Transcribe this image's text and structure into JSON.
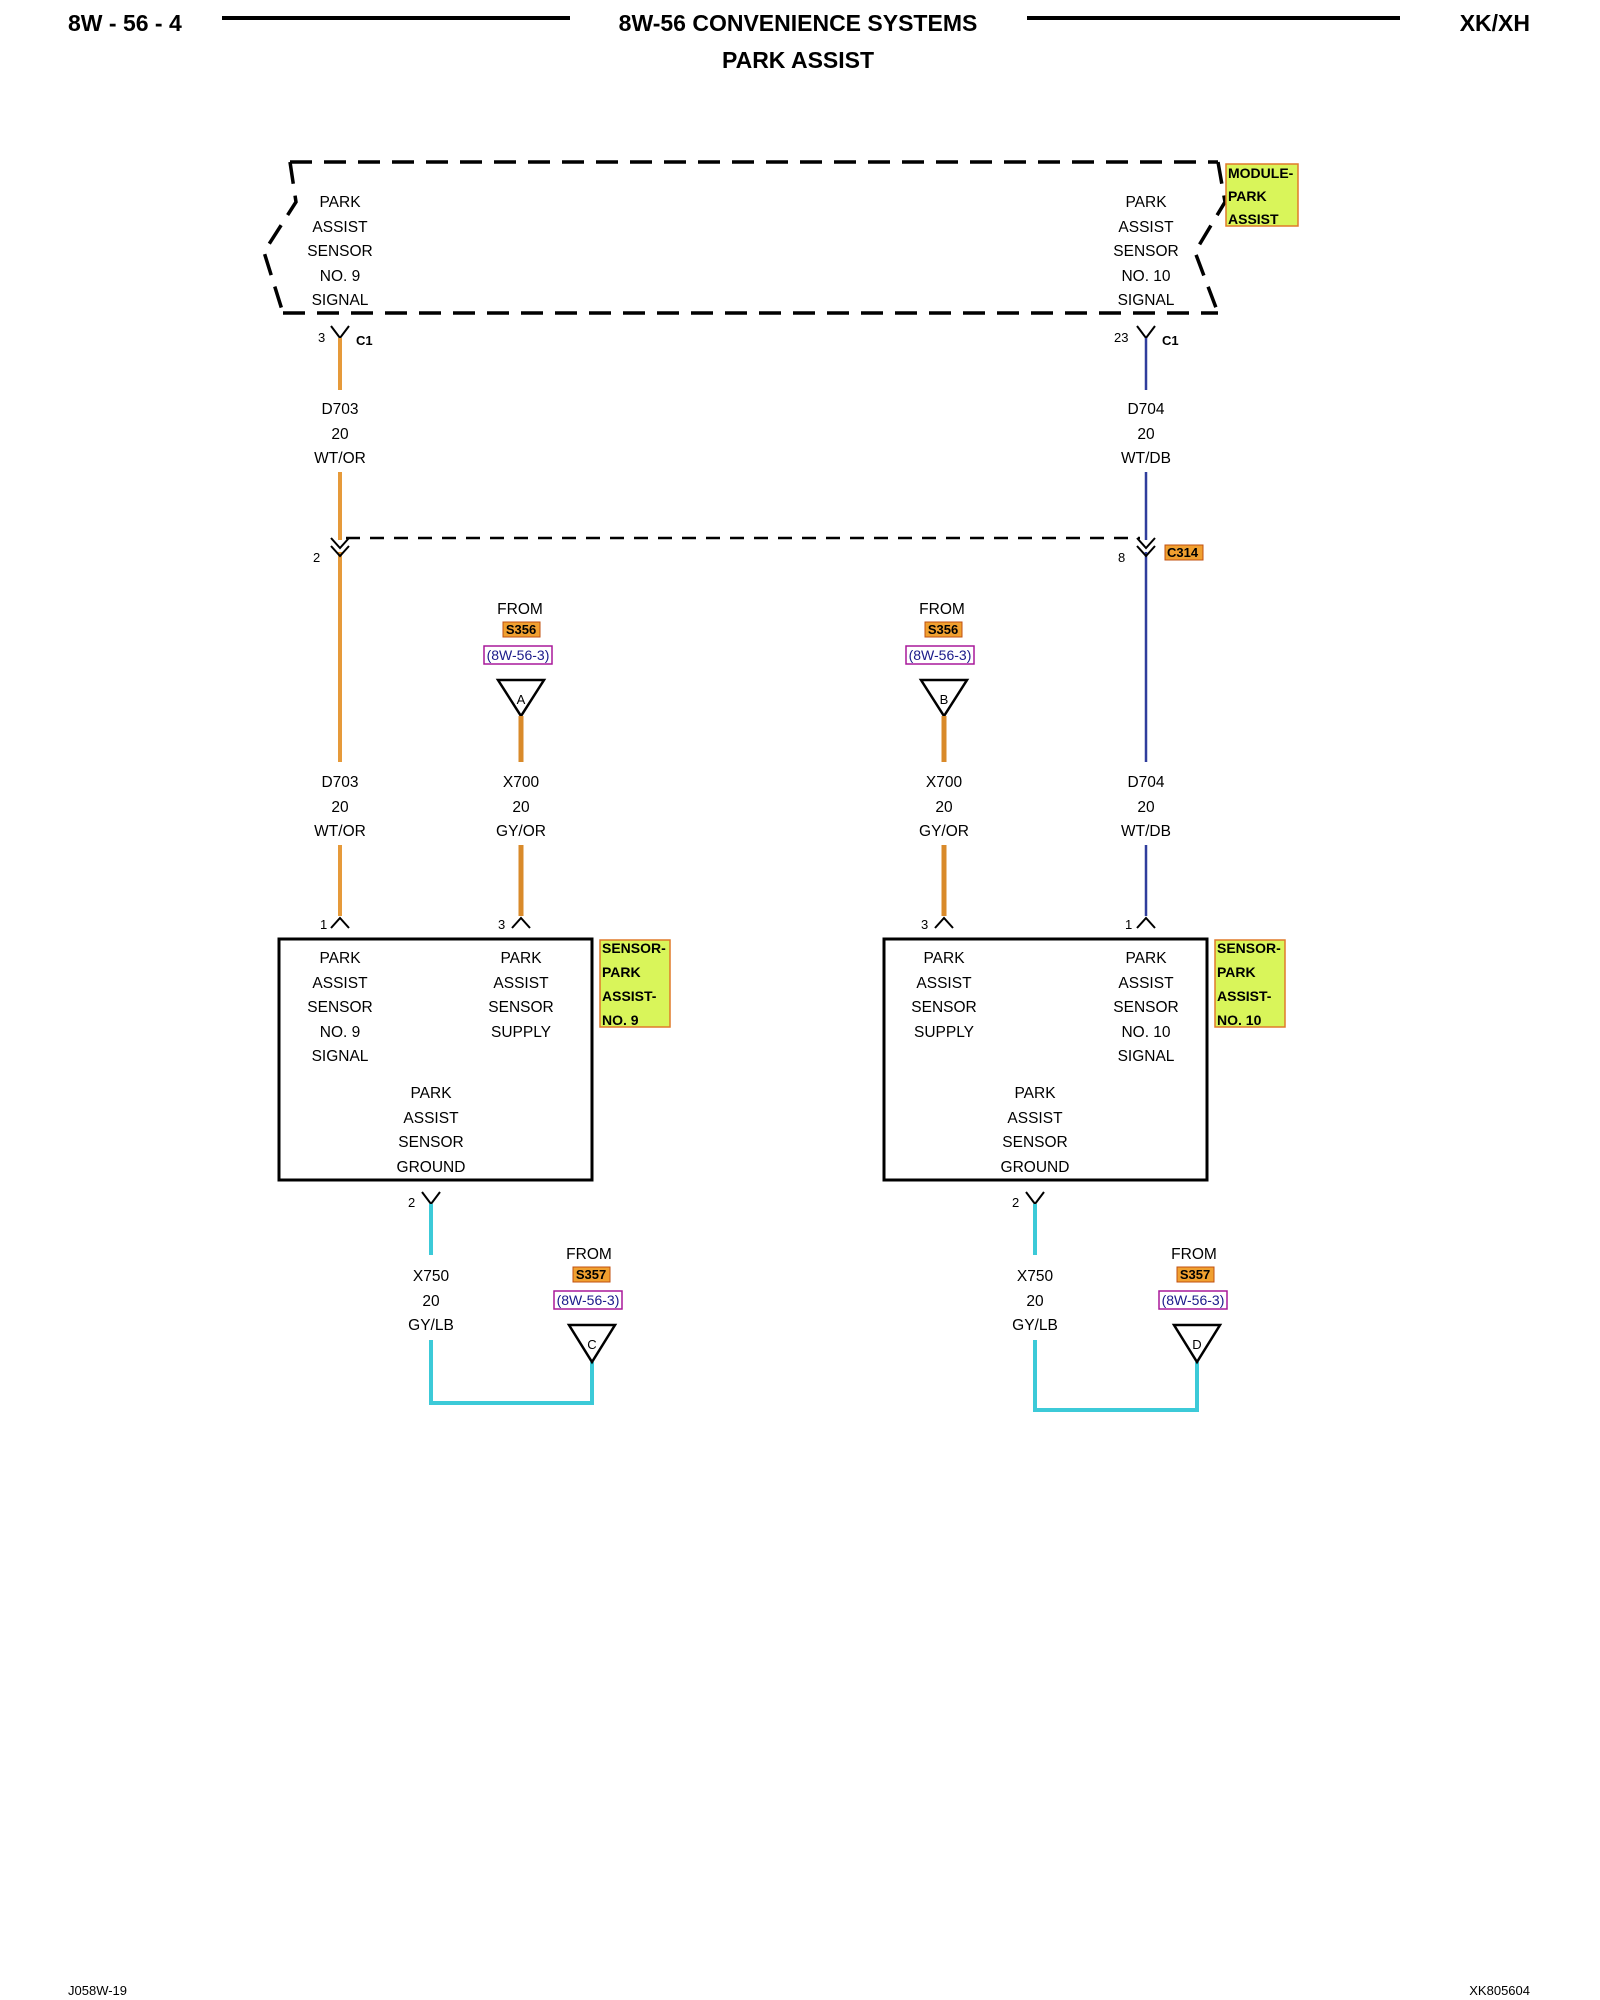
{
  "header": {
    "page_number": "8W - 56 - 4",
    "section_title": "8W-56 CONVENIENCE SYSTEMS",
    "subtitle": "PARK ASSIST",
    "model": "XK/XH"
  },
  "footer": {
    "left_code": "J058W-19",
    "right_code": "XK805604"
  },
  "colors": {
    "wire_wt_or": "#e69a3a",
    "wire_wt_db": "#2f3d9c",
    "wire_gy_or": "#d98a2a",
    "wire_gy_lb": "#3ccad8",
    "tag_fill": "#d9f55a",
    "connector_tag_fill": "#f0a030"
  },
  "module": {
    "name_lines": [
      "MODULE-",
      "PARK",
      "ASSIST"
    ],
    "left_pin_label": [
      "PARK",
      "ASSIST",
      "SENSOR",
      "NO. 9",
      "SIGNAL"
    ],
    "right_pin_label": [
      "PARK",
      "ASSIST",
      "SENSOR",
      "NO. 10",
      "SIGNAL"
    ],
    "left_pin": "3",
    "right_pin": "23",
    "connector": "C1"
  },
  "inline_connector": {
    "name": "C314",
    "left_pin": "2",
    "right_pin": "8"
  },
  "wires": {
    "d703_upper": [
      "D703",
      "20",
      "WT/OR"
    ],
    "d704_upper": [
      "D704",
      "20",
      "WT/DB"
    ],
    "d703_lower": [
      "D703",
      "20",
      "WT/OR"
    ],
    "x700_left": [
      "X700",
      "20",
      "GY/OR"
    ],
    "x700_right": [
      "X700",
      "20",
      "GY/OR"
    ],
    "d704_lower": [
      "D704",
      "20",
      "WT/DB"
    ],
    "x750_left": [
      "X750",
      "20",
      "GY/LB"
    ],
    "x750_right": [
      "X750",
      "20",
      "GY/LB"
    ]
  },
  "from_refs": [
    {
      "from": "FROM",
      "splice": "S356",
      "ref": "(8W-56-3)",
      "letter": "A"
    },
    {
      "from": "FROM",
      "splice": "S356",
      "ref": "(8W-56-3)",
      "letter": "B"
    },
    {
      "from": "FROM",
      "splice": "S357",
      "ref": "(8W-56-3)",
      "letter": "C"
    },
    {
      "from": "FROM",
      "splice": "S357",
      "ref": "(8W-56-3)",
      "letter": "D"
    }
  ],
  "sensor9": {
    "name_lines": [
      "SENSOR-",
      "PARK",
      "ASSIST-",
      "NO. 9"
    ],
    "signal_label": [
      "PARK",
      "ASSIST",
      "SENSOR",
      "NO. 9",
      "SIGNAL"
    ],
    "supply_label": [
      "PARK",
      "ASSIST",
      "SENSOR",
      "SUPPLY"
    ],
    "ground_label": [
      "PARK",
      "ASSIST",
      "SENSOR",
      "GROUND"
    ],
    "signal_pin": "1",
    "supply_pin": "3",
    "ground_pin": "2"
  },
  "sensor10": {
    "name_lines": [
      "SENSOR-",
      "PARK",
      "ASSIST-",
      "NO. 10"
    ],
    "supply_label": [
      "PARK",
      "ASSIST",
      "SENSOR",
      "SUPPLY"
    ],
    "signal_label": [
      "PARK",
      "ASSIST",
      "SENSOR",
      "NO. 10",
      "SIGNAL"
    ],
    "ground_label": [
      "PARK",
      "ASSIST",
      "SENSOR",
      "GROUND"
    ],
    "supply_pin": "3",
    "signal_pin": "1",
    "ground_pin": "2"
  }
}
